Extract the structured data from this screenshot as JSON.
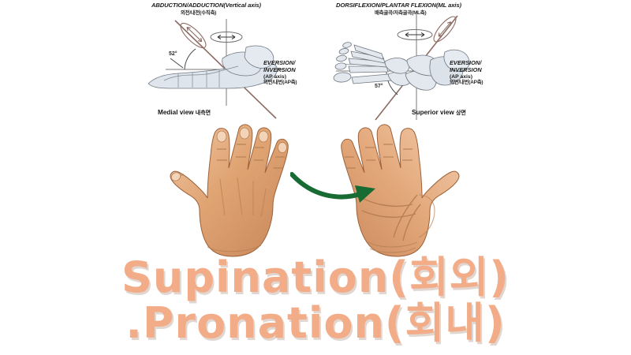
{
  "page": {
    "background": "#ffffff",
    "accent_text_color": "#f2ac88",
    "arrow_color": "#176b33",
    "skin_color": "#e2a173"
  },
  "diagrams": {
    "left": {
      "name": "medial-view-foot-axes",
      "title_en": "ABDUCTION/ADDUCTION",
      "title_axis": "(Vertical axis)",
      "title_kr": "외전/내전(수직축)",
      "angle_label": "52°",
      "side_label_en": "EVERSION/\nINVERSION",
      "side_label_en_line1": "EVERSION/",
      "side_label_en_line2": "INVERSION",
      "side_label_axis": "(AP axis)",
      "side_label_kr": "외번/내번(AP축)",
      "view_en": "Medial view",
      "view_kr": "내측면"
    },
    "right": {
      "name": "superior-view-foot-axes",
      "title_en": "DORSIFLEXION/PLANTAR FLEXION",
      "title_axis": "(ML axis)",
      "title_kr": "배측굴곡/저측굴곡(ML축)",
      "angle_label": "57°",
      "side_label_en_line1": "EVERSION/",
      "side_label_en_line2": "INVERSION",
      "side_label_axis": "(AP axis)",
      "side_label_kr": "외번/내번(AP축)",
      "view_en": "Superior view",
      "view_kr": "상면"
    }
  },
  "hands": {
    "left_hand_name": "dorsum-of-hand-pronated",
    "right_hand_name": "palm-of-hand-supinated",
    "arrow_name": "rotation-arrow"
  },
  "title": {
    "line1": "Supination(회외)",
    "line2": ".Pronation(회내)"
  }
}
